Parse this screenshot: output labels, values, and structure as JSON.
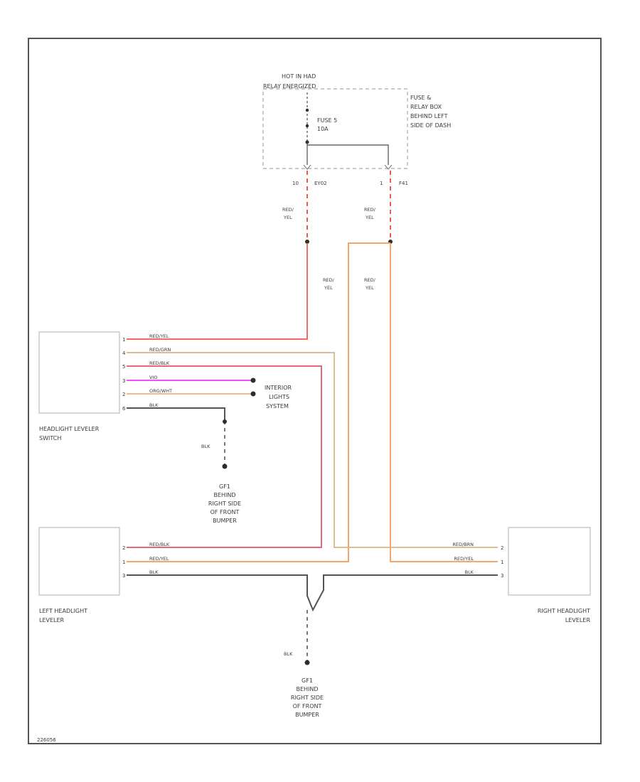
{
  "fuse_box": {
    "hot_label_1": "HOT IN HAD",
    "hot_label_2": "RELAY ENERGIZED",
    "location_lines": [
      "FUSE &",
      "RELAY BOX",
      "BEHIND LEFT",
      "SIDE OF DASH"
    ],
    "fuse_name": "FUSE 5",
    "fuse_rating": "10A",
    "connectors": [
      {
        "pin": "10",
        "name": "EY02"
      },
      {
        "pin": "1",
        "name": "F41"
      }
    ]
  },
  "wire_labels": {
    "red_yel_a_1": "RED/",
    "red_yel_a_2": "YEL",
    "red_yel_b_1": "RED/",
    "red_yel_b_2": "YEL",
    "red_yel_c_1": "RED/",
    "red_yel_c_2": "YEL",
    "red_yel_d_1": "RED/",
    "red_yel_d_2": "YEL",
    "blk_1": "BLK",
    "blk_2": "BLK"
  },
  "switch": {
    "label_1": "HEADLIGHT LEVELER",
    "label_2": "SWITCH",
    "pins": [
      {
        "pin": "1",
        "wire": "RED/YEL",
        "color": "#ef6b63"
      },
      {
        "pin": "4",
        "wire": "RED/GRN",
        "color": "#dcbe96"
      },
      {
        "pin": "5",
        "wire": "RED/BLK",
        "color": "#e8687a"
      },
      {
        "pin": "3",
        "wire": "VIO",
        "color": "#f24ff2"
      },
      {
        "pin": "2",
        "wire": "ORG/WHT",
        "color": "#f5b88a"
      },
      {
        "pin": "6",
        "wire": "BLK",
        "color": "#555555"
      }
    ]
  },
  "interior": {
    "line_1": "INTERIOR",
    "line_2": "LIGHTS",
    "line_3": "SYSTEM"
  },
  "ground_1": {
    "lines": [
      "GF1",
      "BEHIND",
      "RIGHT SIDE",
      "OF FRONT",
      "BUMPER"
    ]
  },
  "ground_2": {
    "lines": [
      "GF1",
      "BEHIND",
      "RIGHT SIDE",
      "OF FRONT",
      "BUMPER"
    ]
  },
  "left_leveler": {
    "label_1": "LEFT HEADLIGHT",
    "label_2": "LEVELER",
    "pins": [
      {
        "pin": "2",
        "wire": "RED/BLK"
      },
      {
        "pin": "1",
        "wire": "RED/YEL"
      },
      {
        "pin": "3",
        "wire": "BLK"
      }
    ]
  },
  "right_leveler": {
    "label_1": "RIGHT HEADLIGHT",
    "label_2": "LEVELER",
    "pins": [
      {
        "pin": "2",
        "wire": "RED/BRN"
      },
      {
        "pin": "1",
        "wire": "RED/YEL"
      },
      {
        "pin": "3",
        "wire": "BLK"
      }
    ]
  },
  "code": "226056",
  "colors": {
    "red_yel": "#ef6b63",
    "red_yel_light": "#f5a66a",
    "red_grn": "#dcbe96",
    "red_blk": "#e8687a",
    "violet": "#f24ff2",
    "org_wht": "#f5b88a",
    "blk": "#555555",
    "dash_red": "#ef5a55"
  }
}
